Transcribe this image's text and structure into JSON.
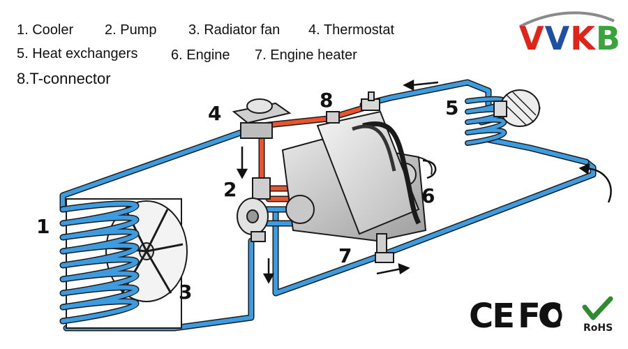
{
  "legend": {
    "row1": [
      "1. Cooler",
      "2. Pump",
      "3. Radiator fan",
      "4. Thermostat"
    ],
    "row2": [
      "5. Heat exchangers",
      "6. Engine",
      "7. Engine heater"
    ],
    "row3": [
      "8.T-connector"
    ]
  },
  "callouts": [
    "1",
    "2",
    "3",
    "4",
    "5",
    "6",
    "7",
    "8"
  ],
  "brand": {
    "letters": [
      "V",
      "V",
      "K",
      "B"
    ],
    "colors": [
      "#e2231a",
      "#1d4fa3",
      "#e2231a",
      "#3aa339"
    ]
  },
  "certifications": {
    "ce": "CE",
    "fcc": "FC",
    "rohs": "RoHS"
  },
  "colors": {
    "cold_pipe": "#3d9be0",
    "hot_pipe": "#e8542b",
    "outline": "#1a1a1a"
  }
}
